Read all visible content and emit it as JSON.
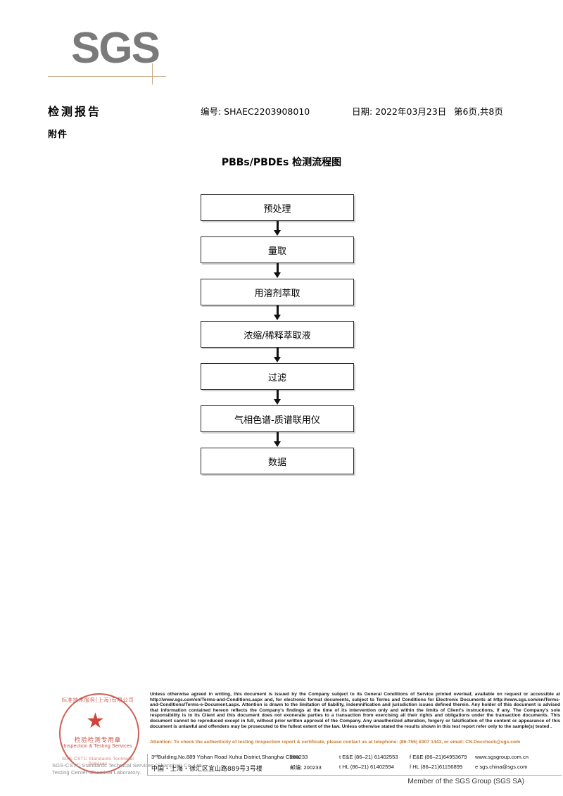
{
  "logo": {
    "brand": "SGS"
  },
  "header": {
    "title": "检测报告",
    "subtitle": "附件",
    "report_no": "编号: SHAEC2203908010",
    "date": "日期: 2022年03月23日",
    "page": "第6页,共8页"
  },
  "flowchart": {
    "title": "PBBs/PBDEs 检测流程图",
    "nodes": [
      {
        "label": "预处理"
      },
      {
        "label": "量取"
      },
      {
        "label": "用溶剂萃取"
      },
      {
        "label": "浓缩/稀释萃取液"
      },
      {
        "label": "过滤"
      },
      {
        "label": "气相色谱-质谱联用仪"
      },
      {
        "label": "数据"
      }
    ]
  },
  "seal": {
    "arc_top": "标准技术服务(上海)有限公司",
    "arc_bottom": "SGS-CSTC Standards Technical Services",
    "star": "★",
    "center_cn": "检验检测专用章",
    "center_en": "Inspection & Testing Services"
  },
  "lab": {
    "line1": "SGS-CSTC Standards Technical Services (Shanghai) Co.,Ltd.",
    "line2": "Testing Center-Chemical Laboratory."
  },
  "footer": {
    "legal_paragraphs": [
      "Unless otherwise agreed in writing, this document is issued by the Company subject to its General Conditions of Service printed overleaf, available on request or accessible at http://www.sgs.com/en/Terms-and-Conditions.aspx and, for electronic format documents, subject to Terms and Conditions for Electronic Documents at http://www.sgs.com/en/Terms-and-Conditions/Terms-e-Document.aspx. Attention is drawn to the limitation of liability, indemnification and jurisdiction issues defined therein. Any holder of this document is advised that information contained hereon reflects the Company's findings at the time of its intervention only and within the limits of Client's instructions, if any. The Company's sole responsibility is to its Client and this document does not exonerate parties to a transaction from exercising all their rights and obligations under the transaction documents. This document cannot be reproduced except in full, without prior written approval of the Company. Any unauthorized alteration, forgery or falsification of the content or appearance of this document is unlawful and offenders may be prosecuted to the fullest extent of the law. Unless otherwise stated the results shown in this test report refer only to the sample(s) tested ."
    ],
    "attention": "Attention: To check the authenticity of testing /inspection report & certificate, please contact us at telephone: (86-755) 8307 1443, or email: CN.Doccheck@sgs.com",
    "address_rows": [
      {
        "address": "3ʳᵈBuilding,No.889 Yishan Road Xuhui District,Shanghai China",
        "zip": "200233",
        "tel": "t E&E (86–21) 61402553",
        "fax": "f E&E (86–21)64953679",
        "web": "www.sgsgroup.com.cn"
      },
      {
        "address": "中国・上海・徐汇区宜山路889号3号楼",
        "zip": "邮编: 200233",
        "tel": "t HL (86–21) 61402594",
        "fax": "f HL (86–21)61156899",
        "web": "e sgs.china@sgs.com"
      }
    ],
    "member": "Member of the SGS Group (SGS SA)"
  },
  "colors": {
    "brand_gray": "#7a7a7a",
    "rule_tan": "#c8a683",
    "seal_red": "#c0392b",
    "attention_orange": "#c87a2e"
  }
}
